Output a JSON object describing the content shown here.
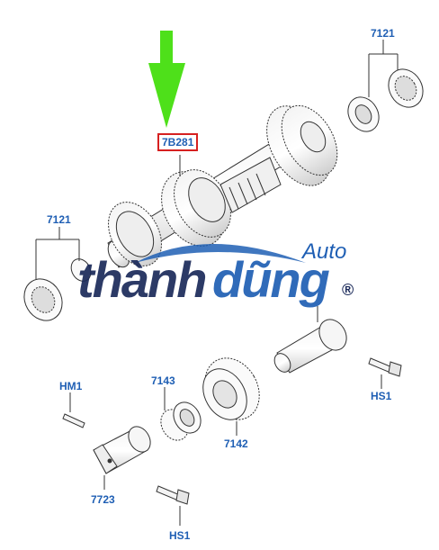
{
  "callouts": {
    "highlighted": "7B281",
    "bearing_top_right": "7121",
    "bearing_left": "7121",
    "hm1": "HM1",
    "c7143": "7143",
    "c7142": "7142",
    "c7723": "7723",
    "hs1_right": "HS1",
    "hs1_bottom": "HS1"
  },
  "watermark": {
    "brand_part1": "thành",
    "brand_part2": "dũng",
    "sub": "Auto",
    "reg": "®"
  },
  "colors": {
    "label": "#1f5fb4",
    "highlight_box": "#d62020",
    "arrow": "#4ee01a",
    "watermark_dark": "#1b2a5a",
    "watermark_blue": "#1f5fb4"
  }
}
